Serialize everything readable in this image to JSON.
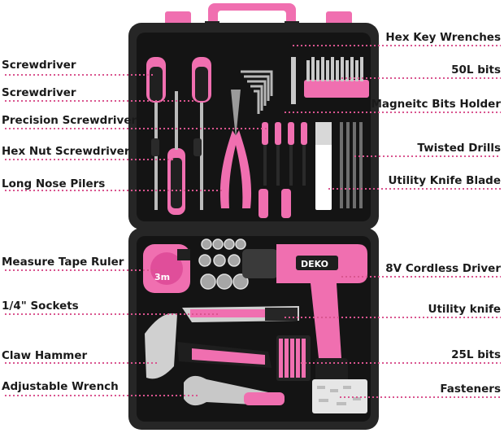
{
  "labels_left": [
    {
      "id": "screwdriver-1",
      "text": "Screwdriver"
    },
    {
      "id": "screwdriver-2",
      "text": "Screwdriver"
    },
    {
      "id": "precision-screwdriver",
      "text": "Precision Screwdriver"
    },
    {
      "id": "hex-nut-screwdriver",
      "text": "Hex Nut Screwdriver"
    },
    {
      "id": "long-nose-pliers",
      "text": "Long Nose Pilers"
    },
    {
      "id": "measure-tape-ruler",
      "text": "Measure Tape Ruler"
    },
    {
      "id": "sockets",
      "text": "1/4\" Sockets"
    },
    {
      "id": "claw-hammer",
      "text": "Claw Hammer"
    },
    {
      "id": "adjustable-wrench",
      "text": "Adjustable Wrench"
    }
  ],
  "labels_right": [
    {
      "id": "hex-key-wrenches",
      "text": "Hex Key Wrenches"
    },
    {
      "id": "bits-50l",
      "text": "50L bits"
    },
    {
      "id": "magnetic-bits-holder",
      "text": "Magneitc Bits Holder"
    },
    {
      "id": "twisted-drills",
      "text": "Twisted Drills"
    },
    {
      "id": "utility-knife-blade",
      "text": "Utility Knife Blade"
    },
    {
      "id": "cordless-driver",
      "text": "8V Cordless Driver"
    },
    {
      "id": "utility-knife",
      "text": "Utility knife"
    },
    {
      "id": "bits-25l",
      "text": "25L bits"
    },
    {
      "id": "fasteners",
      "text": "Fasteners"
    }
  ],
  "brand": {
    "name": "DEKO",
    "tape_size": "3m"
  },
  "colors": {
    "pink": "#f06fb0",
    "pink_dark": "#c2418a",
    "case": "#232323",
    "case_inner": "#141414",
    "leader": "#d9558f"
  }
}
